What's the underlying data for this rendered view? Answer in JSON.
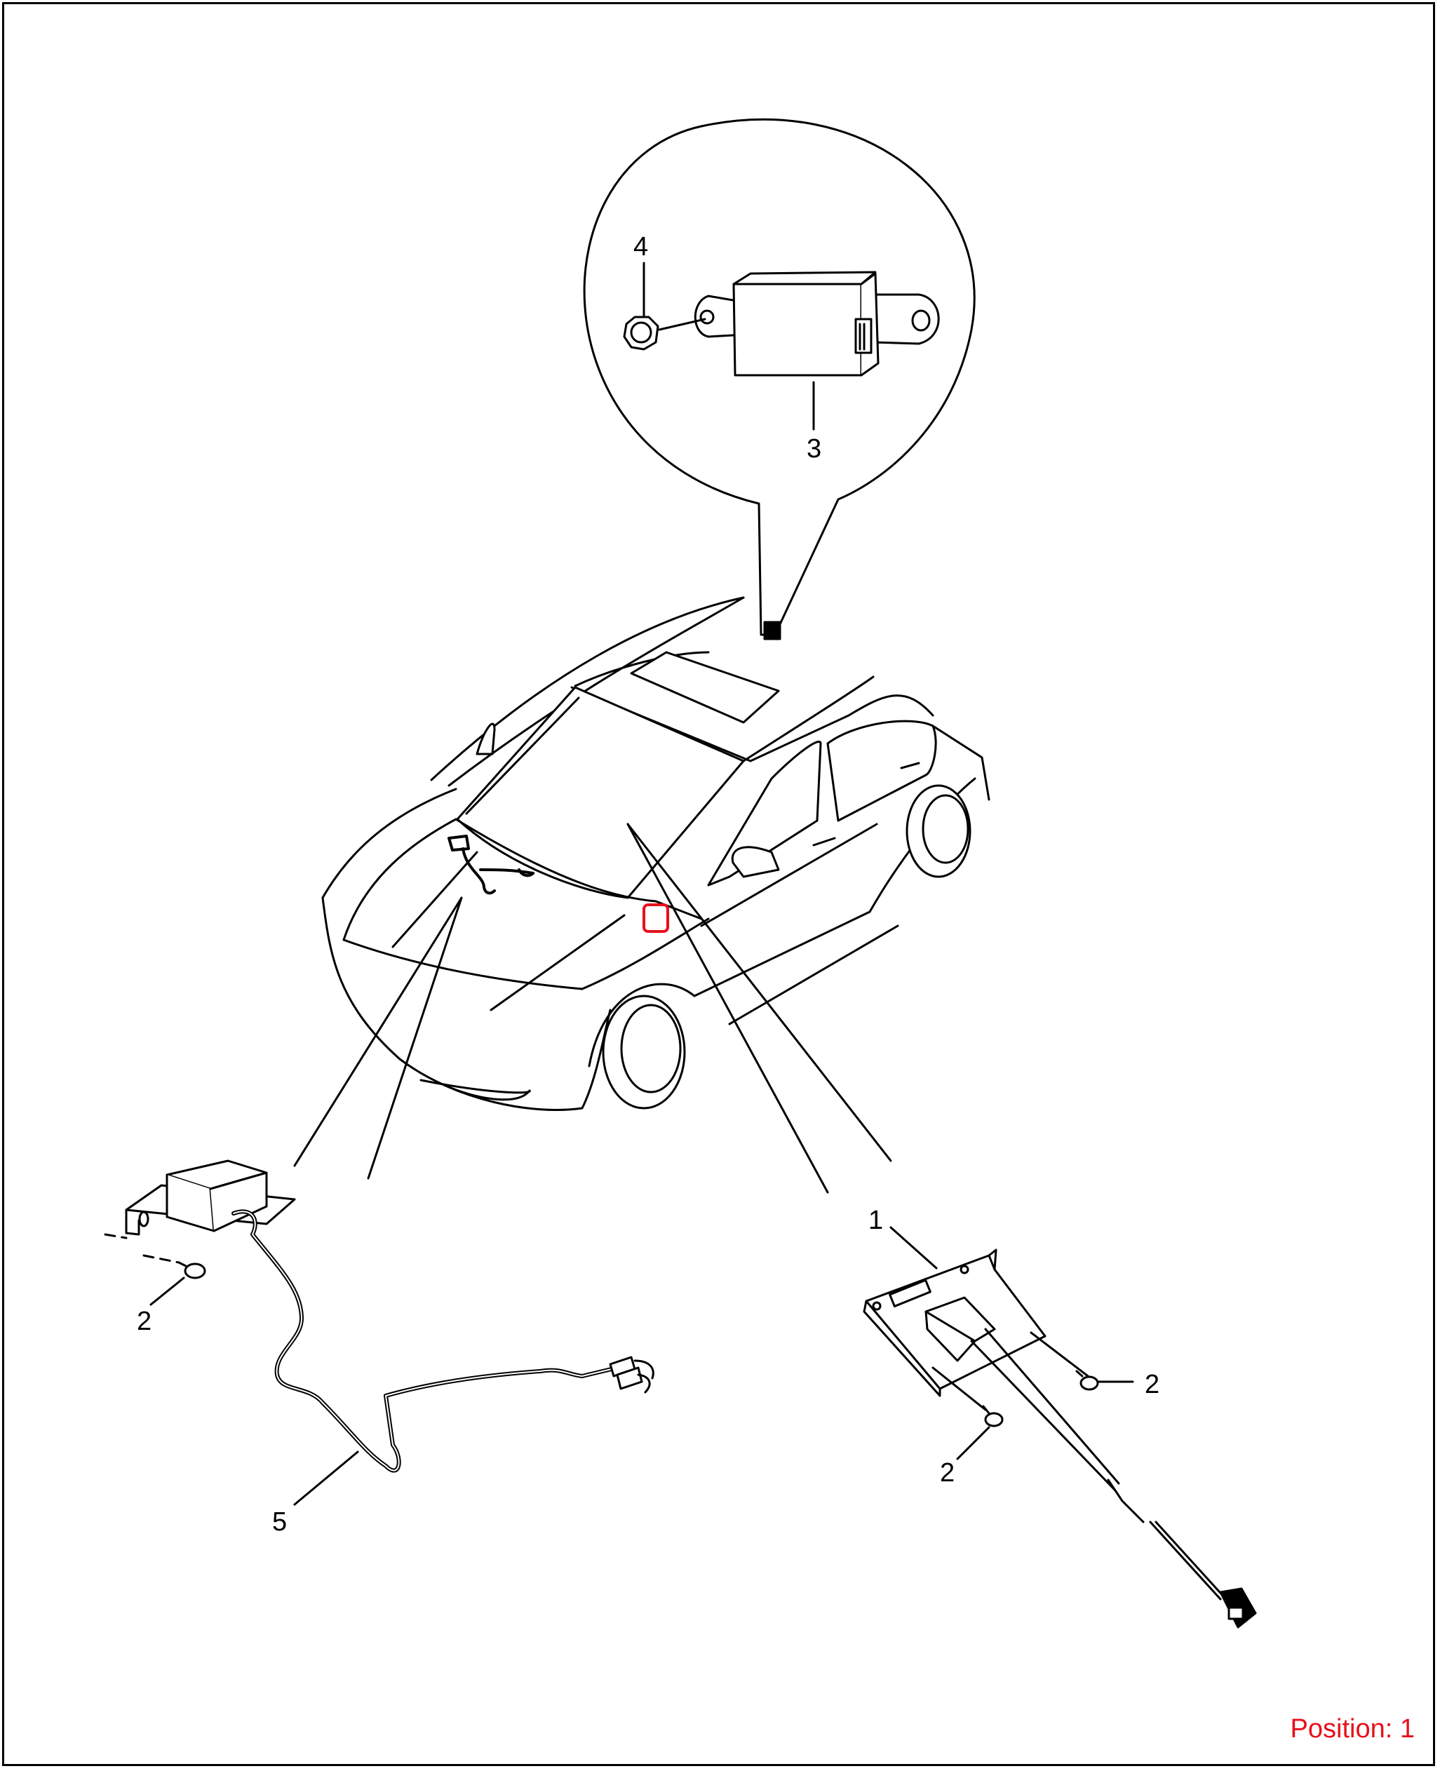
{
  "callouts": {
    "c4": "4",
    "c3": "3",
    "c1": "1",
    "c2_left": "2",
    "c2_right": "2",
    "c2_lower": "2",
    "c5": "5"
  },
  "position": {
    "label": "Position: 1",
    "color": "#e8101a"
  },
  "highlight_color": "#e8101a",
  "line_color": "#000000"
}
